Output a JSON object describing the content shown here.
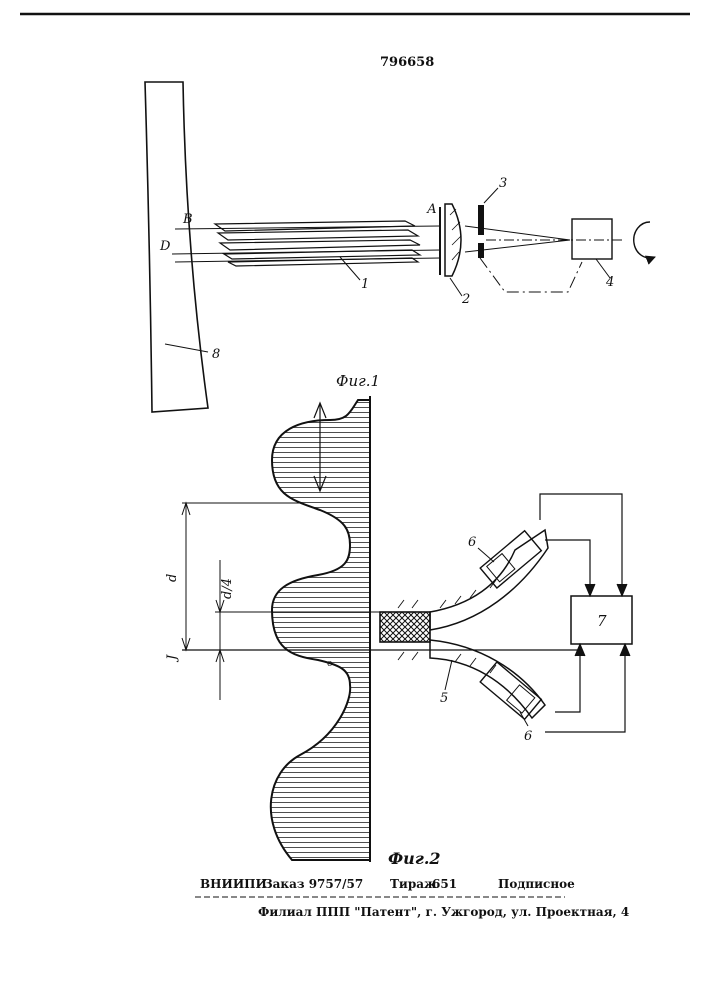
{
  "header": {
    "patent_number": "796658"
  },
  "figure1": {
    "caption": "Фиг.1",
    "labels": {
      "B": "В",
      "D": "D",
      "A": "А",
      "n1": "1",
      "n2": "2",
      "n3": "3",
      "n4": "4",
      "n8": "8"
    }
  },
  "figure2": {
    "caption": "Фиг.2",
    "labels": {
      "d": "d",
      "d4": "d/4",
      "J": "J",
      "n5": "5",
      "n6a": "6",
      "n6b": "6",
      "n7": "7",
      "small_mark": "е"
    }
  },
  "footer": {
    "org": "ВНИИПИ",
    "order": "Заказ 9757/57",
    "edition_label": "Тираж",
    "edition_value": "651",
    "subscription": "Подписное",
    "branch": "Филиал ППП \"Патент\", г. Ужгород, ул. Проектная, 4"
  }
}
